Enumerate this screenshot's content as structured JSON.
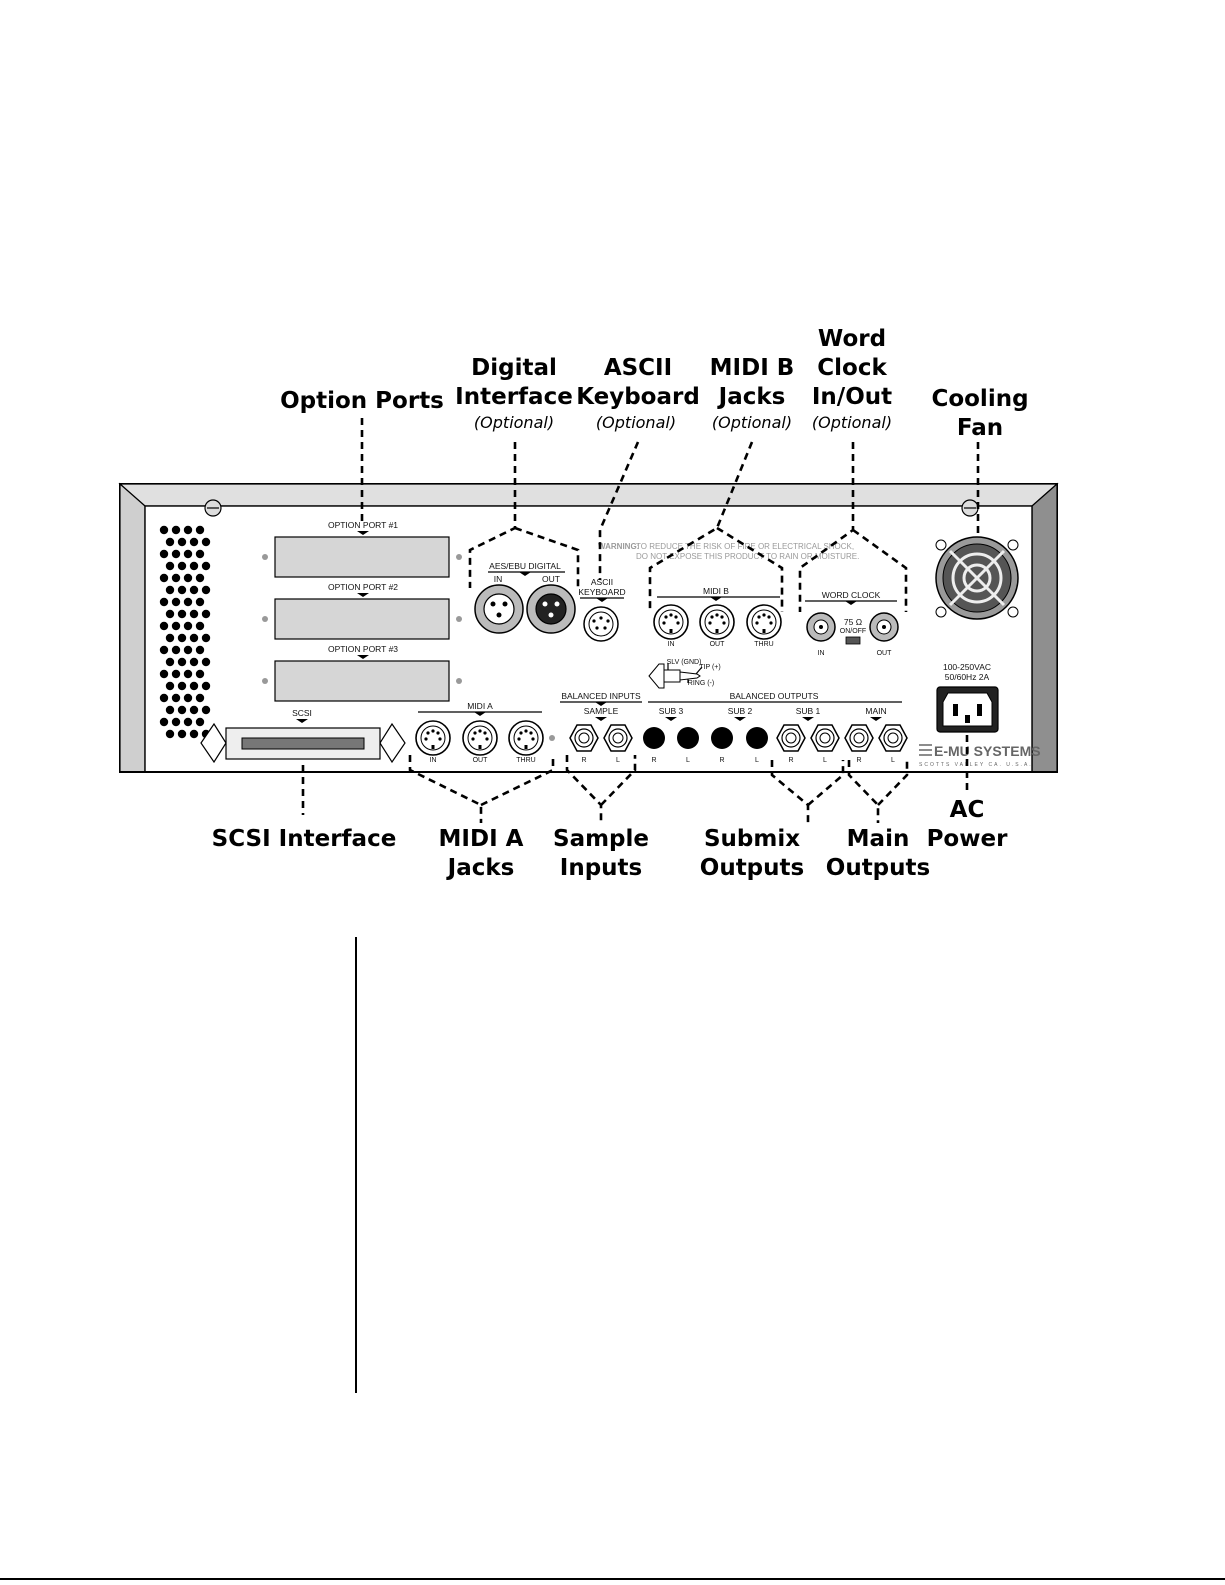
{
  "callouts": {
    "option_ports": "Option Ports",
    "digital_interface": [
      "Digital",
      "Interface"
    ],
    "ascii_keyboard": [
      "ASCII",
      "Keyboard"
    ],
    "midi_b_jacks": [
      "MIDI B",
      "Jacks"
    ],
    "word_clock": [
      "Word",
      "Clock",
      "In/Out"
    ],
    "cooling_fan": [
      "Cooling",
      "Fan"
    ],
    "optional": "(Optional)",
    "scsi_interface": "SCSI Interface",
    "midi_a_jacks": [
      "MIDI A",
      "Jacks"
    ],
    "sample_inputs": [
      "Sample",
      "Inputs"
    ],
    "submix_outputs": [
      "Submix",
      "Outputs"
    ],
    "main_outputs": [
      "Main",
      "Outputs"
    ],
    "ac_power": [
      "AC",
      "Power"
    ]
  },
  "panel": {
    "option_port_1": "OPTION PORT #1",
    "option_port_2": "OPTION PORT #2",
    "option_port_3": "OPTION PORT #3",
    "scsi": "SCSI",
    "aes_ebu": "AES/EBU DIGITAL",
    "in": "IN",
    "out": "OUT",
    "thru": "THRU",
    "ascii_keyboard": [
      "ASCII",
      "KEYBOARD"
    ],
    "warning_label": "WARNING:",
    "warning_line1": "TO REDUCE THE RISK OF FIRE OR ELECTRICAL SHOCK,",
    "warning_line2": "DO NOT EXPOSE THIS PRODUCT TO RAIN OR MOISTURE.",
    "midi_b": "MIDI B",
    "word_clock": "WORD CLOCK",
    "ohm": "75 Ω",
    "on_off": "ON/OFF",
    "sleeve": "SLV (GND)",
    "tip": "TIP (+)",
    "ring": "RING (-)",
    "midi_a": "MIDI A",
    "balanced_inputs": "BALANCED INPUTS",
    "sample": "SAMPLE",
    "balanced_outputs": "BALANCED OUTPUTS",
    "sub3": "SUB 3",
    "sub2": "SUB 2",
    "sub1": "SUB 1",
    "main": "MAIN",
    "r": "R",
    "l": "L",
    "voltage": "100-250VAC",
    "frequency": "50/60Hz  2A",
    "brand": "E-MU SYSTEMS",
    "brand_sub": "SCOTTS VALLEY CA. U.S.A."
  },
  "colors": {
    "panel_face": "#ffffff",
    "frame_light": "#e0e0e0",
    "frame_mid": "#bdbdbd",
    "frame_dark": "#8f8f8f",
    "slot_gray": "#d6d6d6"
  }
}
